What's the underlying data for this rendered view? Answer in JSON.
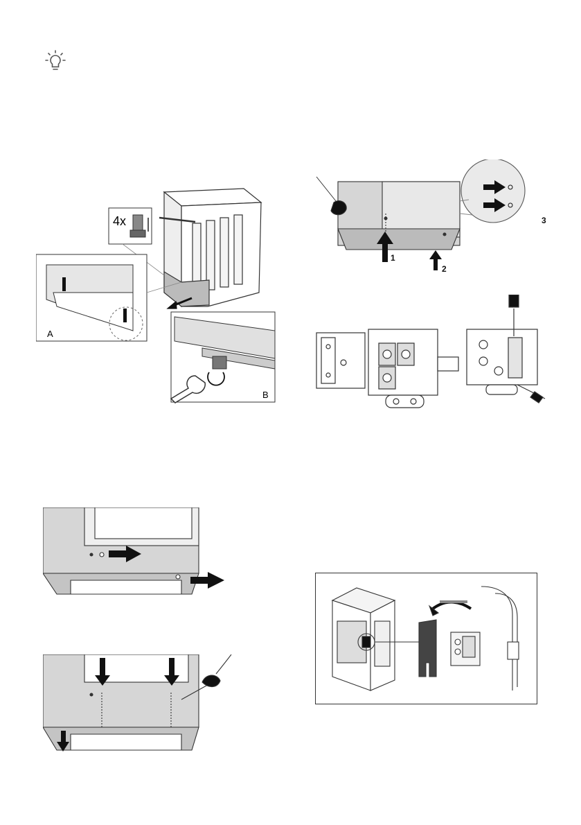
{
  "tip_icon": "lightbulb-icon",
  "figures": {
    "feet": {
      "count_label": "4x",
      "label_a": "A",
      "label_b": "B"
    },
    "rear_panel": {
      "step_1": "1",
      "step_2": "2",
      "step_3": "3"
    }
  },
  "colors": {
    "line": "#333333",
    "panel": "#dcdcdc",
    "dark": "#555555",
    "arrow": "#111111"
  }
}
